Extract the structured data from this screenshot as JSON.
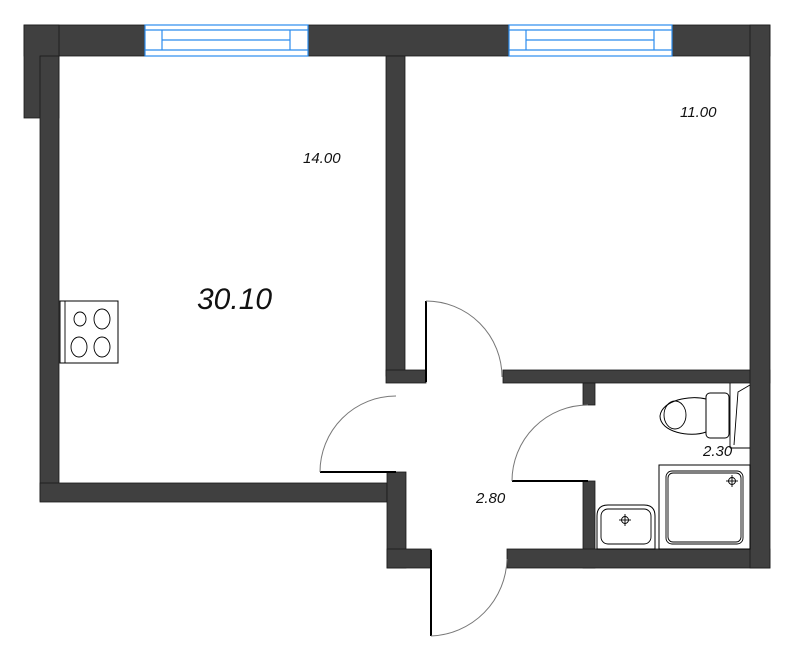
{
  "plan": {
    "total_area": "30.10",
    "rooms": [
      {
        "id": "kitchen-living",
        "area": "14.00"
      },
      {
        "id": "bedroom",
        "area": "11.00"
      },
      {
        "id": "hallway",
        "area": "2.80"
      },
      {
        "id": "bathroom",
        "area": "2.30"
      }
    ],
    "colors": {
      "wall": "#404040",
      "window": "#2b8cee",
      "background": "#ffffff"
    },
    "fixtures": [
      "stove-icon",
      "toilet-icon",
      "shower-tray-icon",
      "sink-icon"
    ]
  }
}
